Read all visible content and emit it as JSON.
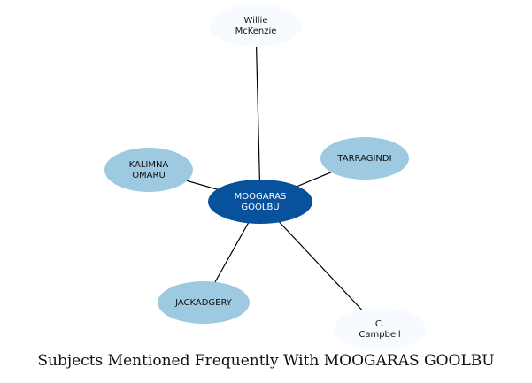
{
  "title": "Subjects Mentioned Frequently With MOOGARAS GOOLBU",
  "colors": {
    "center": "#08519c",
    "strong": "#9ecae1",
    "weak": "#f7fbff",
    "edge": "#000000"
  },
  "nodes": [
    {
      "id": "center",
      "lines": [
        "MOOGARAS",
        "GOOLBU"
      ],
      "tone": "center"
    },
    {
      "id": "willie",
      "lines": [
        "Willie",
        "McKenzie"
      ],
      "tone": "weak"
    },
    {
      "id": "tarragindi",
      "lines": [
        "TARRAGINDI"
      ],
      "tone": "strong"
    },
    {
      "id": "kalimna",
      "lines": [
        "KALIMNA",
        "OMARU"
      ],
      "tone": "strong"
    },
    {
      "id": "jackadgery",
      "lines": [
        "JACKADGERY"
      ],
      "tone": "strong"
    },
    {
      "id": "campbell",
      "lines": [
        "C.",
        "Campbell"
      ],
      "tone": "weak"
    }
  ],
  "edges": [
    [
      "center",
      "willie"
    ],
    [
      "center",
      "tarragindi"
    ],
    [
      "center",
      "kalimna"
    ],
    [
      "center",
      "jackadgery"
    ],
    [
      "center",
      "campbell"
    ]
  ]
}
